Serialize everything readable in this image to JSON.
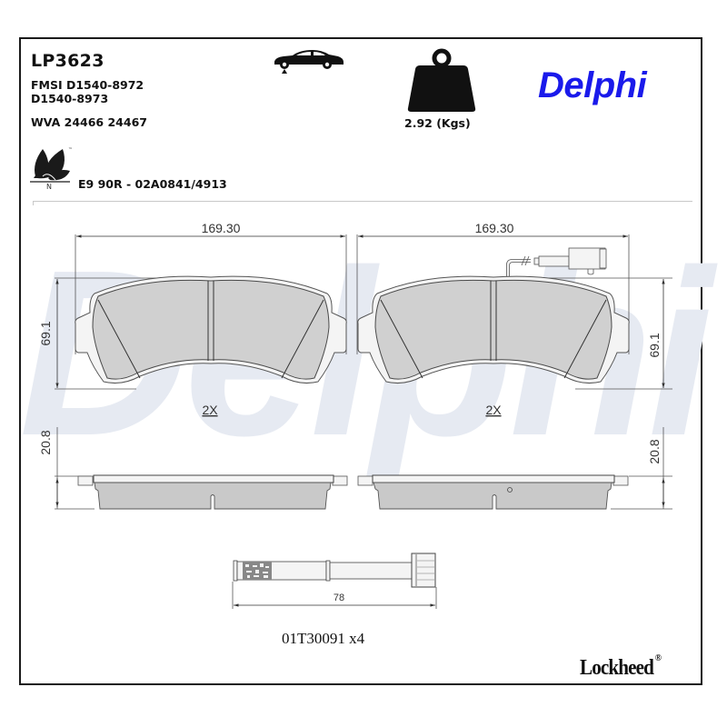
{
  "header": {
    "part_number": "LP3623",
    "fmsi_line1": "FMSI D1540-8972",
    "fmsi_line2": "D1540-8973",
    "wva": "WVA 24466 24467",
    "ece_approval": "E9 90R - 02A0841/4913",
    "eco_label": "N",
    "eco_tm": "™",
    "weight": "2.92 (Kgs)",
    "brand": "Delphi",
    "brand_color": "#1a1aeb",
    "watermark": "Delphi",
    "watermark_color": "#e6eaf2"
  },
  "icons": {
    "car": "car-on-lift-icon",
    "weight": "weight-icon",
    "eco": "eco-leaf-icon"
  },
  "drawing": {
    "pad_left": {
      "width_label": "169.30",
      "height_label": "69.1",
      "qty_label": "2X"
    },
    "pad_right": {
      "width_label": "169.30",
      "height_label": "69.1",
      "qty_label": "2X",
      "has_wear_sensor": true
    },
    "side_left": {
      "thickness_label": "20.8"
    },
    "side_right": {
      "thickness_label": "20.8"
    },
    "pad_fill": "#c9c9c9",
    "pad_stroke": "#4a4a4a"
  },
  "accessory": {
    "length_label": "78",
    "part_label": "01T30091 x4"
  },
  "footer": {
    "brand": "Lockheed",
    "registered": "®"
  }
}
